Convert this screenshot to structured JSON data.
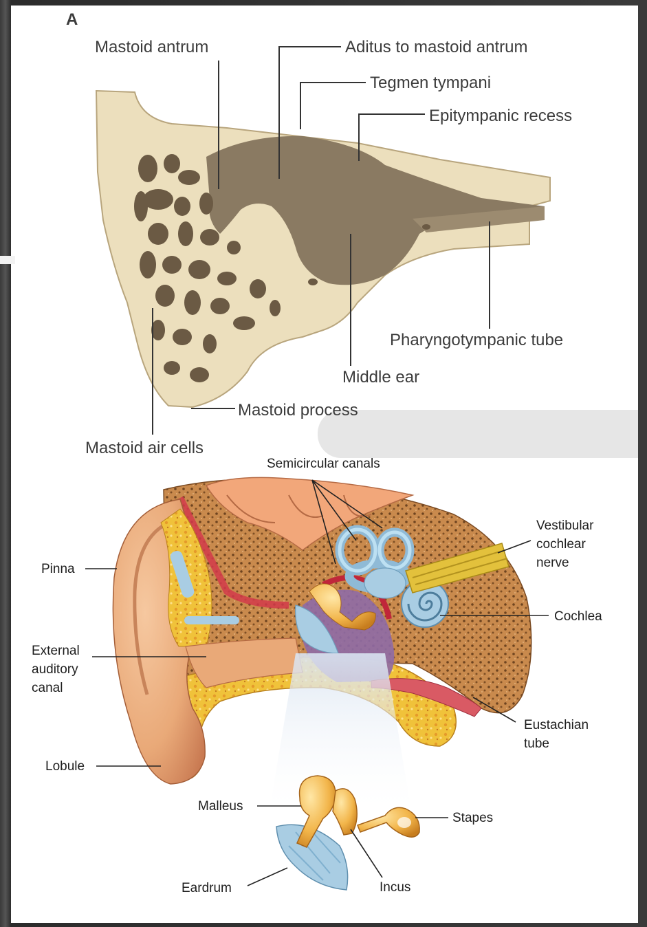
{
  "figure_a": {
    "panel_letter": "A",
    "labels": {
      "mastoid_antrum": "Mastoid antrum",
      "aditus": "Aditus to mastoid antrum",
      "tegmen": "Tegmen tympani",
      "epitympanic": "Epitympanic recess",
      "pharyngotympanic": "Pharyngotympanic tube",
      "middle_ear": "Middle ear",
      "mastoid_process": "Mastoid process",
      "mastoid_air_cells": "Mastoid air cells"
    }
  },
  "figure_b": {
    "labels": {
      "semicircular": "Semicircular canals",
      "vestibular_1": "Vestibular",
      "vestibular_2": "cochlear",
      "vestibular_3": "nerve",
      "cochlea": "Cochlea",
      "pinna": "Pinna",
      "external_1": "External",
      "external_2": "auditory",
      "external_3": "canal",
      "eustachian_1": "Eustachian",
      "eustachian_2": "tube",
      "lobule": "Lobule",
      "malleus": "Malleus",
      "stapes": "Stapes",
      "eardrum": "Eardrum",
      "incus": "Incus"
    }
  },
  "colors": {
    "bone_light": "#ecdfbd",
    "cavity_brown": "#8a7a62",
    "cavity_dark": "#6b5a44",
    "ear_skin": "#e9a978",
    "spongy_bone": "#f0c23a",
    "inner_ear_blue": "#a9cde3",
    "ossicle_gold": "#f2b54a",
    "nerve_yellow": "#e3c13c"
  }
}
